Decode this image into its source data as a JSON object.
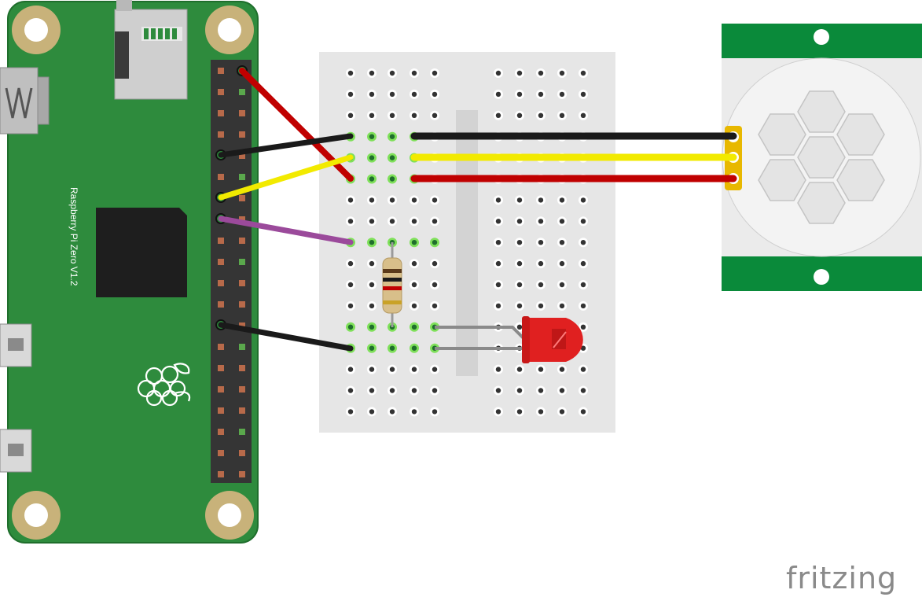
{
  "board": {
    "label": "Raspberry Pi Zero V1.2"
  },
  "brand": {
    "text": "fritzing"
  },
  "wires": [
    {
      "id": "red-pi-to-bb",
      "color": "#c00000"
    },
    {
      "id": "black-pi-to-bb-top",
      "color": "#1a1a1a"
    },
    {
      "id": "yellow-pi-to-bb",
      "color": "#f2ea00"
    },
    {
      "id": "purple-pi-to-bb",
      "color": "#9b4a9b"
    },
    {
      "id": "black-pi-to-bb-bottom",
      "color": "#1a1a1a"
    },
    {
      "id": "black-bb-to-pir",
      "color": "#1a1a1a"
    },
    {
      "id": "yellow-bb-to-pir",
      "color": "#f2ea00"
    },
    {
      "id": "red-bb-to-pir",
      "color": "#c00000"
    }
  ],
  "colors": {
    "pcb_green": "#2e8b3d",
    "pir_green": "#0a8a3a",
    "breadboard": "#e6e6e6",
    "led_red": "#e02020"
  }
}
